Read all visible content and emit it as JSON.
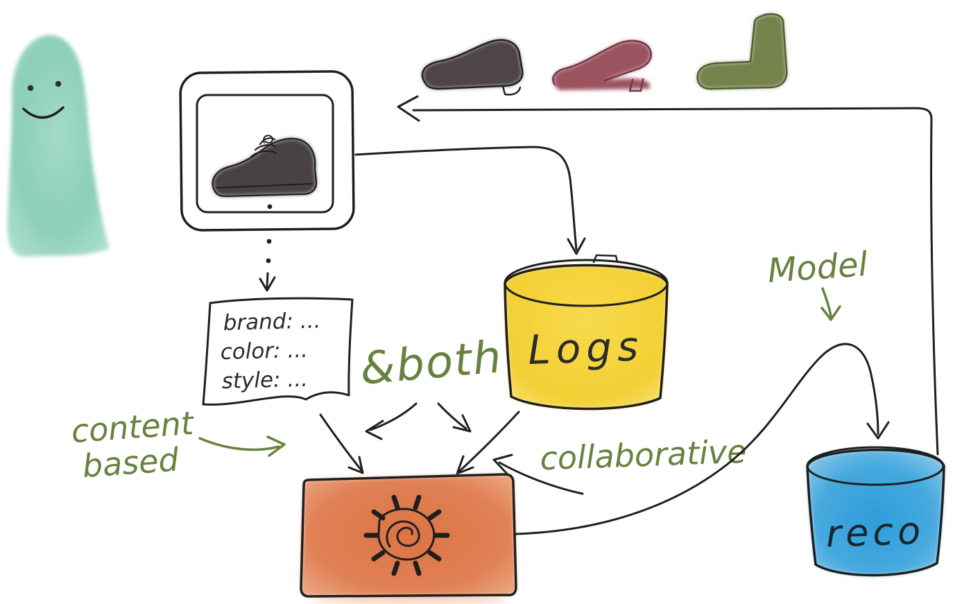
{
  "diagram": {
    "note": {
      "lines": [
        "brand: ...",
        "color: ...",
        "style: ..."
      ]
    },
    "logs": {
      "label": "Logs"
    },
    "reco": {
      "label": "reco"
    },
    "annotations": {
      "both": "&both",
      "content_based": {
        "line1": "content",
        "line2": "based"
      },
      "collaborative": "collaborative",
      "model": "Model"
    },
    "colors": {
      "person_teal": "#85cbb4",
      "logs_yellow": "#f4d03a",
      "engine_orange": "#df7b4f",
      "reco_blue": "#3ba3dc",
      "annotation_green": "#67813f",
      "ink": "#1f1f1f",
      "shoe_dark": "#4e4546",
      "shoe_maroon": "#9b5360",
      "boot_olive": "#75824c"
    }
  }
}
